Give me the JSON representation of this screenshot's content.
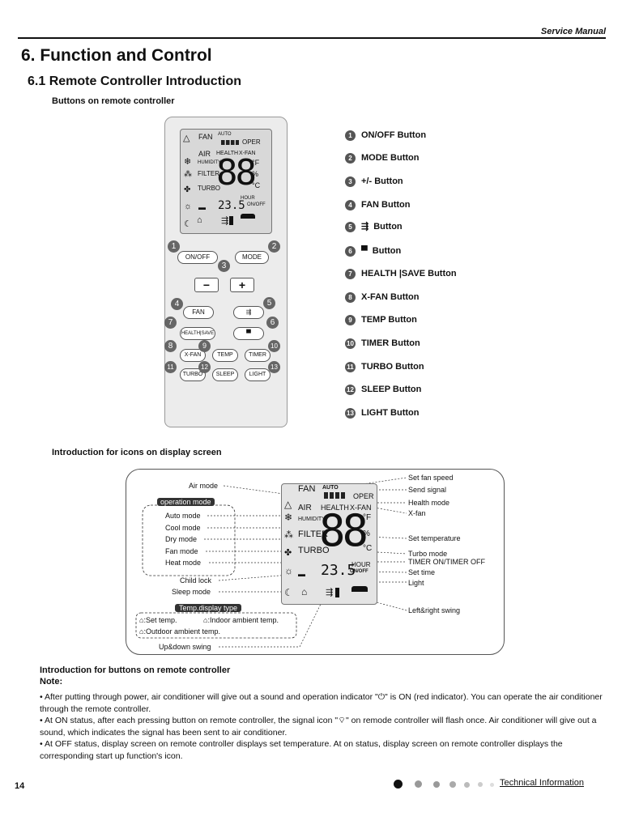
{
  "header": {
    "manual_label": "Service Manual"
  },
  "title": "6. Function and Control",
  "section_title": "6.1 Remote Controller Introduction",
  "buttons_heading": "Buttons on remote controller",
  "remote": {
    "lcd": {
      "fan": "FAN",
      "auto": "AUTO",
      "oper": "OPER",
      "air": "AIR",
      "health": "HEALTH",
      "xfan": "X-FAN",
      "humidity": "HUMIDITY",
      "filter": "FILTER",
      "turbo": "TURBO",
      "digits": "88",
      "unit_f": "°F",
      "percent": "%",
      "unit_c": "°C",
      "hour": "HOUR",
      "onoff": "ON/OFF",
      "small_digits": "23.5"
    },
    "buttons": {
      "onoff": "ON/OFF",
      "mode": "MODE",
      "minus": "−",
      "plus": "+",
      "fan": "FAN",
      "health_save": "HEALTH|SAVE",
      "xfan": "X-FAN",
      "temp": "TEMP",
      "timer": "TIMER",
      "turbo": "TURBO",
      "sleep": "SLEEP",
      "light": "LIGHT"
    },
    "callouts": [
      "1",
      "2",
      "3",
      "4",
      "5",
      "6",
      "7",
      "8",
      "9",
      "10",
      "11",
      "12",
      "13"
    ]
  },
  "button_list": [
    {
      "num": "1",
      "label": "ON/OFF Button"
    },
    {
      "num": "2",
      "label": "MODE Button"
    },
    {
      "num": "3",
      "label": "+/- Button"
    },
    {
      "num": "4",
      "label": "FAN Button"
    },
    {
      "num": "5",
      "label": "Button"
    },
    {
      "num": "6",
      "label": "Button"
    },
    {
      "num": "7",
      "label": "HEALTH |SAVE Button"
    },
    {
      "num": "8",
      "label": "X-FAN Button"
    },
    {
      "num": "9",
      "label": "TEMP Button"
    },
    {
      "num": "10",
      "label": "TIMER Button"
    },
    {
      "num": "11",
      "label": "TURBO Button"
    },
    {
      "num": "12",
      "label": "SLEEP Button"
    },
    {
      "num": "13",
      "label": "LIGHT Button"
    }
  ],
  "icons_heading": "Introduction for icons on display screen",
  "icon_labels": {
    "air_mode": "Air mode",
    "operation_mode": "operation mode",
    "auto_mode": "Auto mode",
    "cool_mode": "Cool mode",
    "dry_mode": "Dry mode",
    "fan_mode": "Fan mode",
    "heat_mode": "Heat mode",
    "child_lock": "Child lock",
    "sleep_mode": "Sleep mode",
    "temp_display_type": "Temp.display type",
    "set_temp": ":Set temp.",
    "indoor_temp": ":Indoor ambient temp.",
    "outdoor_temp": ":Outdoor ambient temp.",
    "updown_swing": "Up&down swing",
    "set_fan_speed": "Set fan speed",
    "send_signal": "Send signal",
    "health_mode": "Health mode",
    "xfan": "X-fan",
    "set_temperature": "Set temperature",
    "turbo_mode": "Turbo mode",
    "timer_onoff": "TIMER ON/TIMER OFF",
    "set_time": "Set time",
    "light": "Light",
    "leftright_swing": "Left&right swing"
  },
  "notes": {
    "heading": "Introduction for buttons on remote controller",
    "note_label": "Note:",
    "items": [
      "After putting through power, air conditioner will give out a sound and operation indicator \"⏻\" is ON (red indicator). You can operate the air conditioner through the remote controller.",
      "At ON status, after each pressing button on remote controller, the signal icon \"⌔\" on remode controller will flash once. Air conditioner will give out a sound, which indicates the signal has been sent to air conditioner.",
      "At OFF status, display screen on remote controller displays set temperature.   At on status, display screen on remote controller displays the corresponding start up function's icon."
    ]
  },
  "footer": {
    "page_number": "14",
    "section": "Technical Information"
  }
}
